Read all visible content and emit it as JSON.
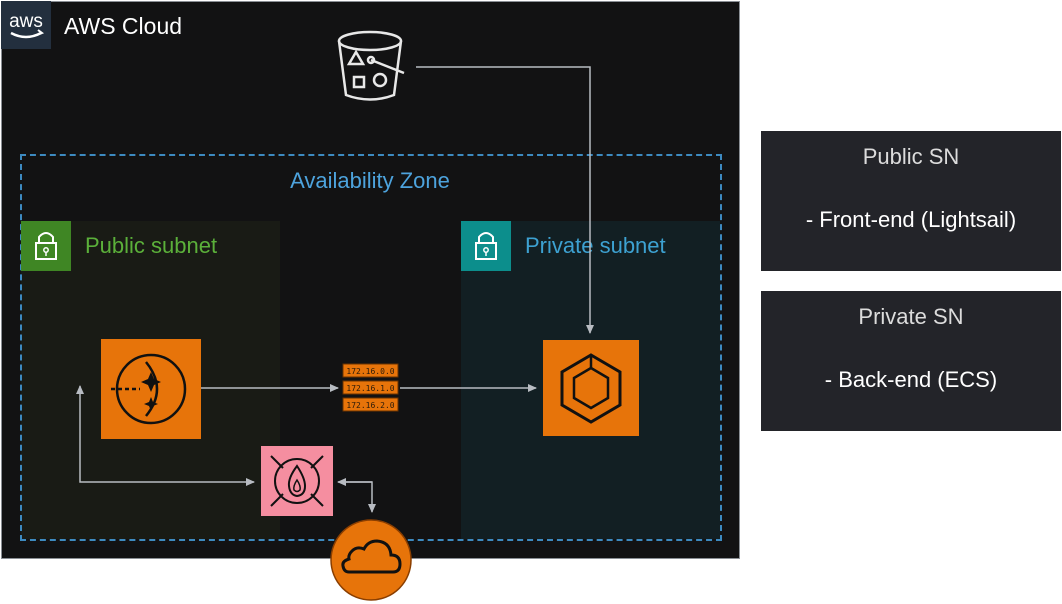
{
  "cloud": {
    "title": "AWS Cloud",
    "logo_text": "aws"
  },
  "availability_zone": {
    "title": "Availability Zone"
  },
  "public_subnet": {
    "title": "Public subnet"
  },
  "private_subnet": {
    "title": "Private subnet"
  },
  "route_table": {
    "entries": [
      "172.16.0.0",
      "172.16.1.0",
      "172.16.2.0"
    ]
  },
  "icons": {
    "s3": "s3-bucket-icon",
    "lightsail": "lightsail-icon",
    "ecs": "ecs-icon",
    "firewall": "network-firewall-icon",
    "internet_gateway": "internet-gateway-icon"
  },
  "legend": {
    "public": {
      "title": "Public SN",
      "item": "- Front-end (Lightsail)"
    },
    "private": {
      "title": "Private SN",
      "item": "- Back-end (ECS)"
    }
  },
  "colors": {
    "compute_orange": "#e7740a",
    "firewall_pink": "#f58ea0",
    "public_green": "#3f8624",
    "private_teal": "#0c8e8c",
    "az_blue": "#3d8ac0"
  }
}
